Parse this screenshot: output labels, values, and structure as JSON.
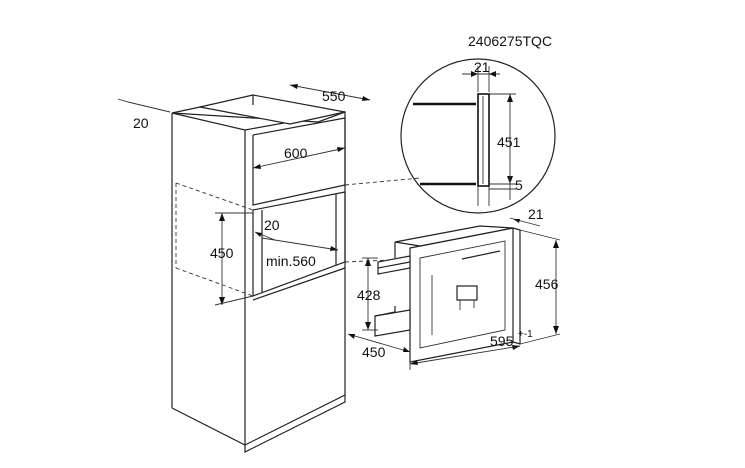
{
  "figure_code": "2406275TQC",
  "dimensions": {
    "cabinet_top_depth": "550",
    "cabinet_side_offset": "20",
    "niche_width": "600",
    "niche_gap": "20",
    "niche_height": "450",
    "niche_min_depth": "min.560",
    "detail_thickness": "21",
    "detail_height": "451",
    "detail_gap": "5",
    "appliance_frame_depth": "21",
    "appliance_front_height": "456",
    "appliance_body_height": "428",
    "appliance_body_depth": "450",
    "appliance_width": "595",
    "appliance_width_tolerance": "+-1"
  }
}
